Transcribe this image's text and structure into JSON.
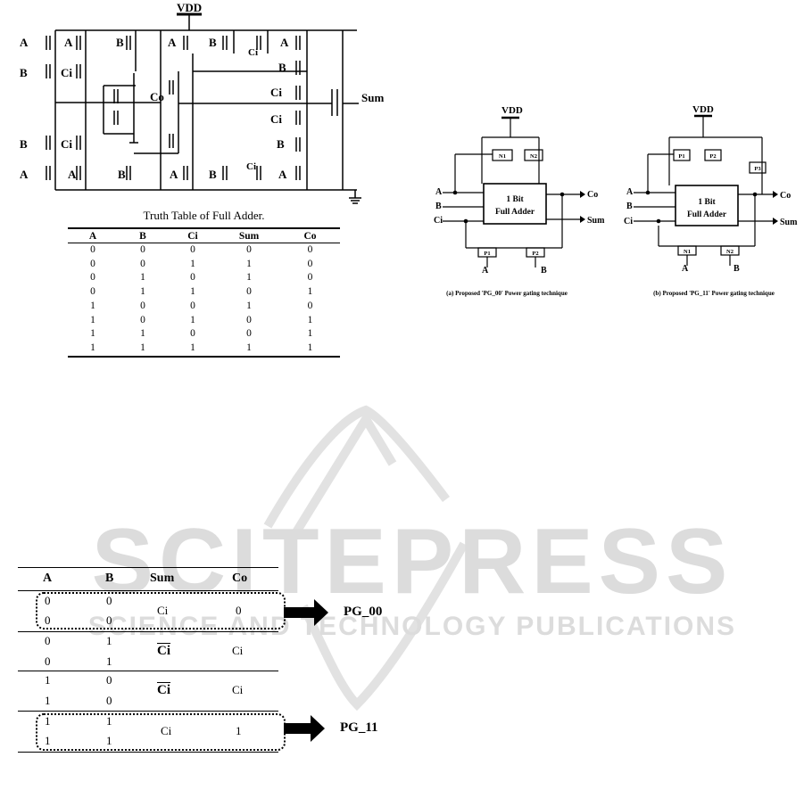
{
  "circuit": {
    "vdd": "VDD",
    "labels": {
      "a": "A",
      "b": "B",
      "ci": "Ci",
      "co": "Co",
      "sum": "Sum"
    }
  },
  "block_diagrams": {
    "vdd": "VDD",
    "block_line1": "1 Bit",
    "block_line2": "Full Adder",
    "in_a": "A",
    "in_b": "B",
    "in_ci": "Ci",
    "out_co": "Co",
    "out_sum": "Sum",
    "pg00": {
      "t1": "N1",
      "t2": "N2",
      "t3": "P1",
      "t4": "P2",
      "caption": "(a) Proposed 'PG_00' Power gating technique"
    },
    "pg11": {
      "t1": "P1",
      "t2": "P2",
      "t3": "P3",
      "t4": "N1",
      "t5": "N2",
      "caption": "(b) Proposed 'PG_11' Power gating technique"
    }
  },
  "truth_table": {
    "caption": "Truth Table of Full Adder.",
    "headers": [
      "A",
      "B",
      "Ci",
      "Sum",
      "Co"
    ],
    "rows": [
      [
        "0",
        "0",
        "0",
        "0",
        "0"
      ],
      [
        "0",
        "0",
        "1",
        "1",
        "0"
      ],
      [
        "0",
        "1",
        "0",
        "1",
        "0"
      ],
      [
        "0",
        "1",
        "1",
        "0",
        "1"
      ],
      [
        "1",
        "0",
        "0",
        "1",
        "0"
      ],
      [
        "1",
        "0",
        "1",
        "0",
        "1"
      ],
      [
        "1",
        "1",
        "0",
        "0",
        "1"
      ],
      [
        "1",
        "1",
        "1",
        "1",
        "1"
      ]
    ]
  },
  "reduced_table": {
    "headers": [
      "A",
      "B",
      "Sum",
      "Co"
    ],
    "groups": [
      {
        "a": [
          "0",
          "0"
        ],
        "b": [
          "0",
          "0"
        ],
        "sum": "Ci",
        "co": "0"
      },
      {
        "a": [
          "0",
          "0"
        ],
        "b": [
          "1",
          "1"
        ],
        "sum": "Ci",
        "co": "Ci"
      },
      {
        "a": [
          "1",
          "1"
        ],
        "b": [
          "0",
          "0"
        ],
        "sum": "Ci",
        "co": "Ci"
      },
      {
        "a": [
          "1",
          "1"
        ],
        "b": [
          "1",
          "1"
        ],
        "sum": "Ci",
        "co": "1"
      }
    ],
    "pg00_label": "PG_00",
    "pg11_label": "PG_11"
  },
  "watermark": {
    "main": "SCITEPRESS",
    "sub": "SCIENCE AND TECHNOLOGY PUBLICATIONS"
  }
}
